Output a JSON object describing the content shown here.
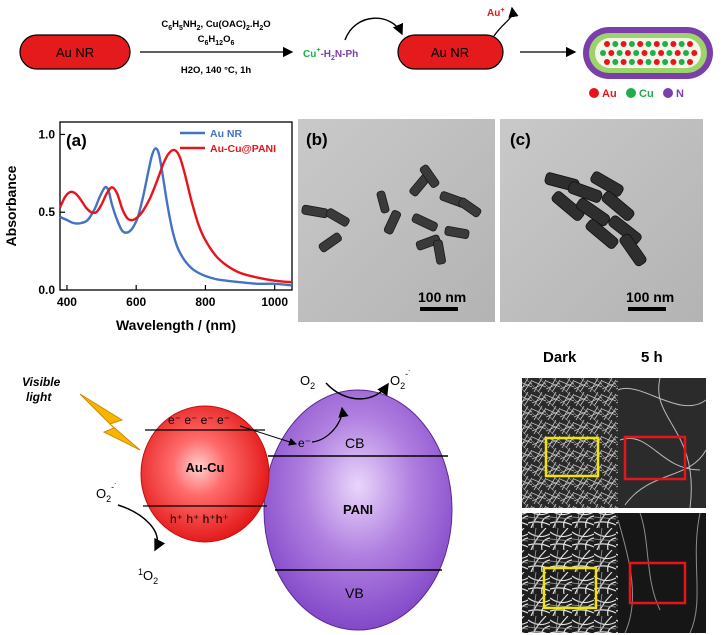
{
  "scheme": {
    "start_label": "Au NR",
    "reagents": [
      "C",
      "6",
      "H",
      "5",
      "NH",
      "2",
      ", Cu(OAC)",
      "2",
      ".H",
      "2",
      "O"
    ],
    "reagent_line2": [
      "C",
      "6",
      "H",
      "12",
      "O",
      "6"
    ],
    "conditions": "H2O, 140 °C, 1h",
    "complex_label_cu": "Cu",
    "complex_label_rest": "-H",
    "complex_label_sub": "2",
    "complex_label_end": "N-Ph",
    "mid_label": "Au NR",
    "released_ion": "Au",
    "legend": [
      {
        "label": "Au",
        "color": "#e8141b"
      },
      {
        "label": "Cu",
        "color": "#1fae4b"
      },
      {
        "label": "N",
        "color": "#7a3fa8"
      }
    ]
  },
  "chart_data": {
    "type": "line",
    "panel_label": "(a)",
    "xlabel": "Wavelength / (nm)",
    "ylabel": "Absorbance",
    "xlim": [
      380,
      1050
    ],
    "ylim": [
      0,
      1.08
    ],
    "xticks": [
      400,
      600,
      800,
      1000
    ],
    "yticks": [
      0.0,
      0.5,
      1.0
    ],
    "ytick_labels": [
      "0.0",
      "0.5",
      "1.0"
    ],
    "legend_position": "top-right",
    "series": [
      {
        "name": "Au NR",
        "color": "#4472c4",
        "x": [
          380,
          400,
          420,
          440,
          460,
          480,
          495,
          510,
          520,
          530,
          545,
          560,
          575,
          590,
          605,
          620,
          635,
          645,
          655,
          665,
          675,
          690,
          705,
          720,
          740,
          760,
          780,
          800,
          830,
          860,
          900,
          950,
          1000,
          1050
        ],
        "y": [
          0.47,
          0.45,
          0.43,
          0.43,
          0.45,
          0.52,
          0.6,
          0.66,
          0.64,
          0.55,
          0.45,
          0.38,
          0.37,
          0.4,
          0.47,
          0.6,
          0.76,
          0.86,
          0.91,
          0.88,
          0.76,
          0.55,
          0.38,
          0.27,
          0.19,
          0.14,
          0.11,
          0.09,
          0.07,
          0.06,
          0.05,
          0.04,
          0.04,
          0.03
        ]
      },
      {
        "name": "Au-Cu@PANI",
        "color": "#e8141b",
        "x": [
          380,
          395,
          410,
          425,
          440,
          455,
          470,
          485,
          500,
          515,
          530,
          545,
          560,
          575,
          590,
          605,
          620,
          640,
          660,
          680,
          695,
          710,
          725,
          740,
          760,
          780,
          800,
          830,
          860,
          900,
          950,
          1000,
          1050
        ],
        "y": [
          0.53,
          0.6,
          0.63,
          0.62,
          0.58,
          0.53,
          0.5,
          0.5,
          0.55,
          0.62,
          0.66,
          0.62,
          0.52,
          0.46,
          0.45,
          0.47,
          0.51,
          0.59,
          0.7,
          0.82,
          0.88,
          0.9,
          0.86,
          0.75,
          0.57,
          0.42,
          0.32,
          0.22,
          0.16,
          0.11,
          0.08,
          0.06,
          0.05
        ]
      }
    ]
  },
  "tem": {
    "b_label": "(b)",
    "c_label": "(c)",
    "scale_b": "100 nm",
    "scale_c": "100 nm"
  },
  "mechanism": {
    "visible_light": [
      "Visible",
      "light"
    ],
    "o2_top": "O",
    "o2_top_sub": "2",
    "o2_product": "O",
    "o2_product_sub": "2",
    "o2_product_sup": "-˙",
    "electrons": "e⁻ e⁻ e⁻ e⁻",
    "holes": "h⁺ h⁺ h⁺h⁺",
    "aucu_label": "Au-Cu",
    "pani_label": "PANI",
    "cb": "CB",
    "vb": "VB",
    "e_transfer": "e⁻",
    "o2rad_left": "O",
    "o2rad_left_sub": "2",
    "o2rad_left_sup": "-˙",
    "singlet_sup": "1",
    "singlet": "O",
    "singlet_sub": "2"
  },
  "sem": {
    "dark": "Dark",
    "time": "5 h"
  }
}
